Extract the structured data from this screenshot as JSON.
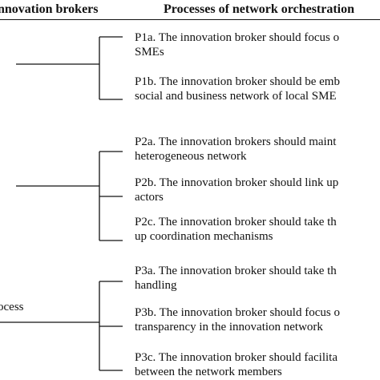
{
  "header": {
    "left": "nnovation brokers",
    "right": "Processes of network orchestration"
  },
  "groups": [
    {
      "stub_label": "",
      "processes": [
        {
          "line1": "P1a. The innovation broker should focus o",
          "line2": "SMEs"
        },
        {
          "line1": "P1b. The innovation broker should be emb",
          "line2": "social and business network of local SME"
        }
      ]
    },
    {
      "stub_label": "",
      "processes": [
        {
          "line1": "P2a. The innovation brokers should maint",
          "line2": "heterogeneous network"
        },
        {
          "line1": "P2b. The innovation broker should link up",
          "line2": "actors"
        },
        {
          "line1": "P2c. The innovation broker should take th",
          "line2": "up  coordination mechanisms"
        }
      ]
    },
    {
      "stub_label": "ocess",
      "processes": [
        {
          "line1": "P3a. The innovation broker should take th",
          "line2": "handling"
        },
        {
          "line1": "P3b. The innovation broker should focus o",
          "line2": "transparency in the innovation network"
        },
        {
          "line1": "P3c. The innovation broker should facilita",
          "line2": "between the network members"
        }
      ]
    }
  ]
}
